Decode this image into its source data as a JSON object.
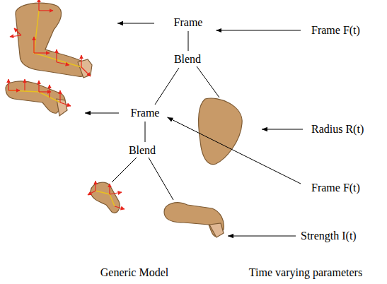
{
  "diagram": {
    "nodes": [
      {
        "text": [
          "Frame"
        ]
      },
      {
        "text": [
          "Frame F(t)"
        ]
      },
      {
        "text": [
          "Blend"
        ]
      },
      {
        "text": [
          "Frame"
        ]
      },
      {
        "text": [
          "Radius R(t)"
        ]
      },
      {
        "text": [
          "Frame F(t)"
        ]
      },
      {
        "text": [
          "Blend"
        ]
      },
      {
        "text": [
          "Strength I(t)"
        ]
      }
    ],
    "edges": [
      {
        "from": 0,
        "to": 2,
        "arrow": "none"
      },
      {
        "from": 2,
        "to": 3,
        "arrow": "none"
      },
      {
        "from": 3,
        "to": 6,
        "arrow": "none"
      },
      {
        "from": 1,
        "to": 0,
        "arrow": "to"
      },
      {
        "from": 5,
        "to": 3,
        "arrow": "to"
      }
    ],
    "labels": [
      "Generic Model",
      "Time varying parameters"
    ]
  }
}
